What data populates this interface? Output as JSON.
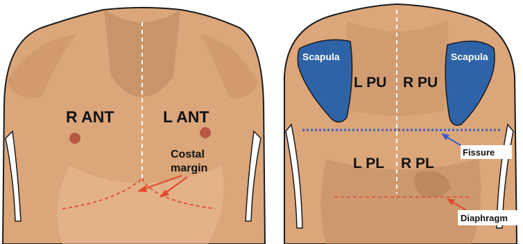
{
  "front": {
    "r_ant": "R ANT",
    "l_ant": "L ANT",
    "costal_line1": "Costal",
    "costal_line2": "margin"
  },
  "back": {
    "scapula_left": "Scapula",
    "scapula_right": "Scapula",
    "l_pu": "L PU",
    "r_pu": "R PU",
    "l_pl": "L PL",
    "r_pl": "R PL",
    "fissure": "Fissure",
    "diaphragm": "Diaphragm"
  },
  "colors": {
    "skin": "#dba67a",
    "skin_dark": "#b07a55",
    "outline": "#1a1a1a",
    "scapula": "#2e63a8",
    "fissure_line": "#3a5fc8",
    "red_line": "#e04a30",
    "callout_box": "#ffffff"
  }
}
